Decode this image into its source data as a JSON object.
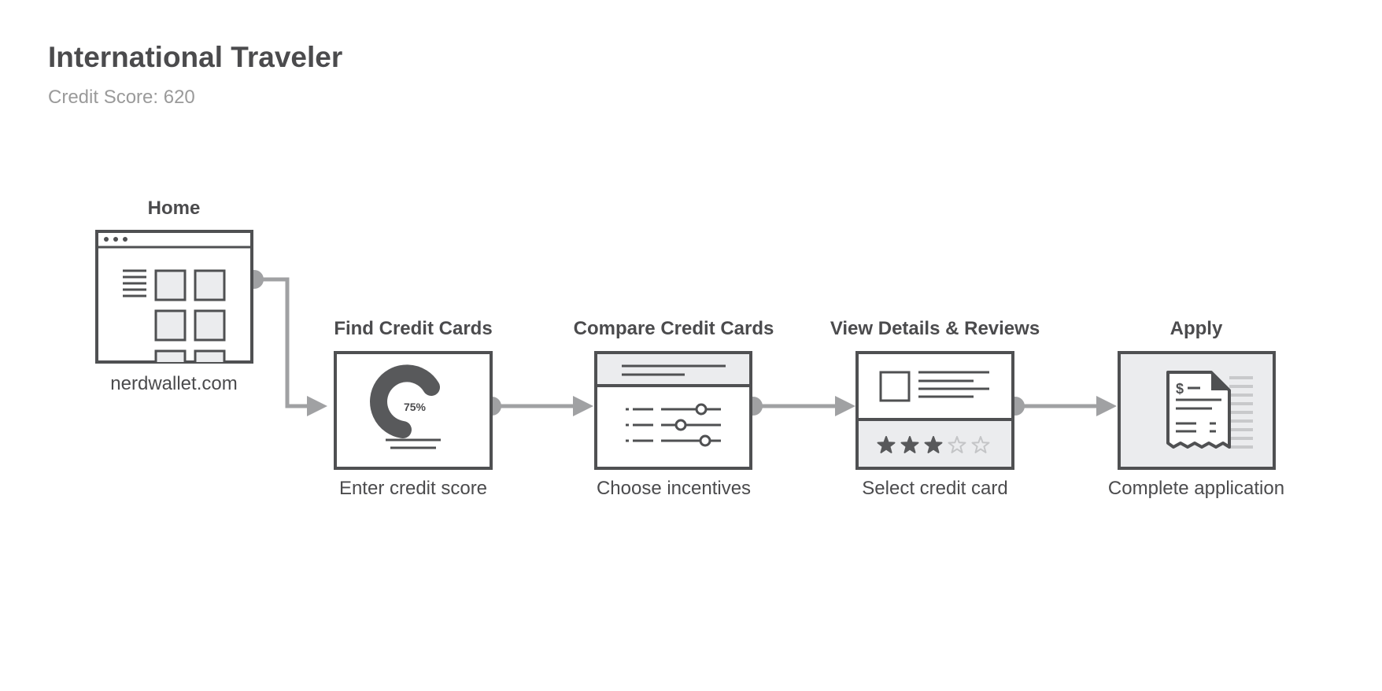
{
  "header": {
    "title": "International Traveler",
    "subtitle": "Credit Score: 620"
  },
  "steps": [
    {
      "title": "Home",
      "caption": "nerdwallet.com",
      "icon": "browser-window-icon"
    },
    {
      "title": "Find Credit Cards",
      "caption": "Enter credit score",
      "icon": "gauge-icon",
      "gauge_label": "75%"
    },
    {
      "title": "Compare Credit Cards",
      "caption": "Choose incentives",
      "icon": "sliders-icon"
    },
    {
      "title": "View Details & Reviews",
      "caption": "Select credit card",
      "icon": "card-detail-icon",
      "rating": 3,
      "rating_max": 5
    },
    {
      "title": "Apply",
      "caption": "Complete application",
      "icon": "receipt-icon",
      "currency_symbol": "$"
    }
  ],
  "colors": {
    "dark": "#58595b",
    "stroke": "#4f5052",
    "panel": "#ebecee",
    "connector": "#a0a1a3",
    "text": "#4b4b4d",
    "muted": "#9a9a9a",
    "star_empty": "#c4c5c7",
    "receipt_lines": "#c8c9cb"
  }
}
